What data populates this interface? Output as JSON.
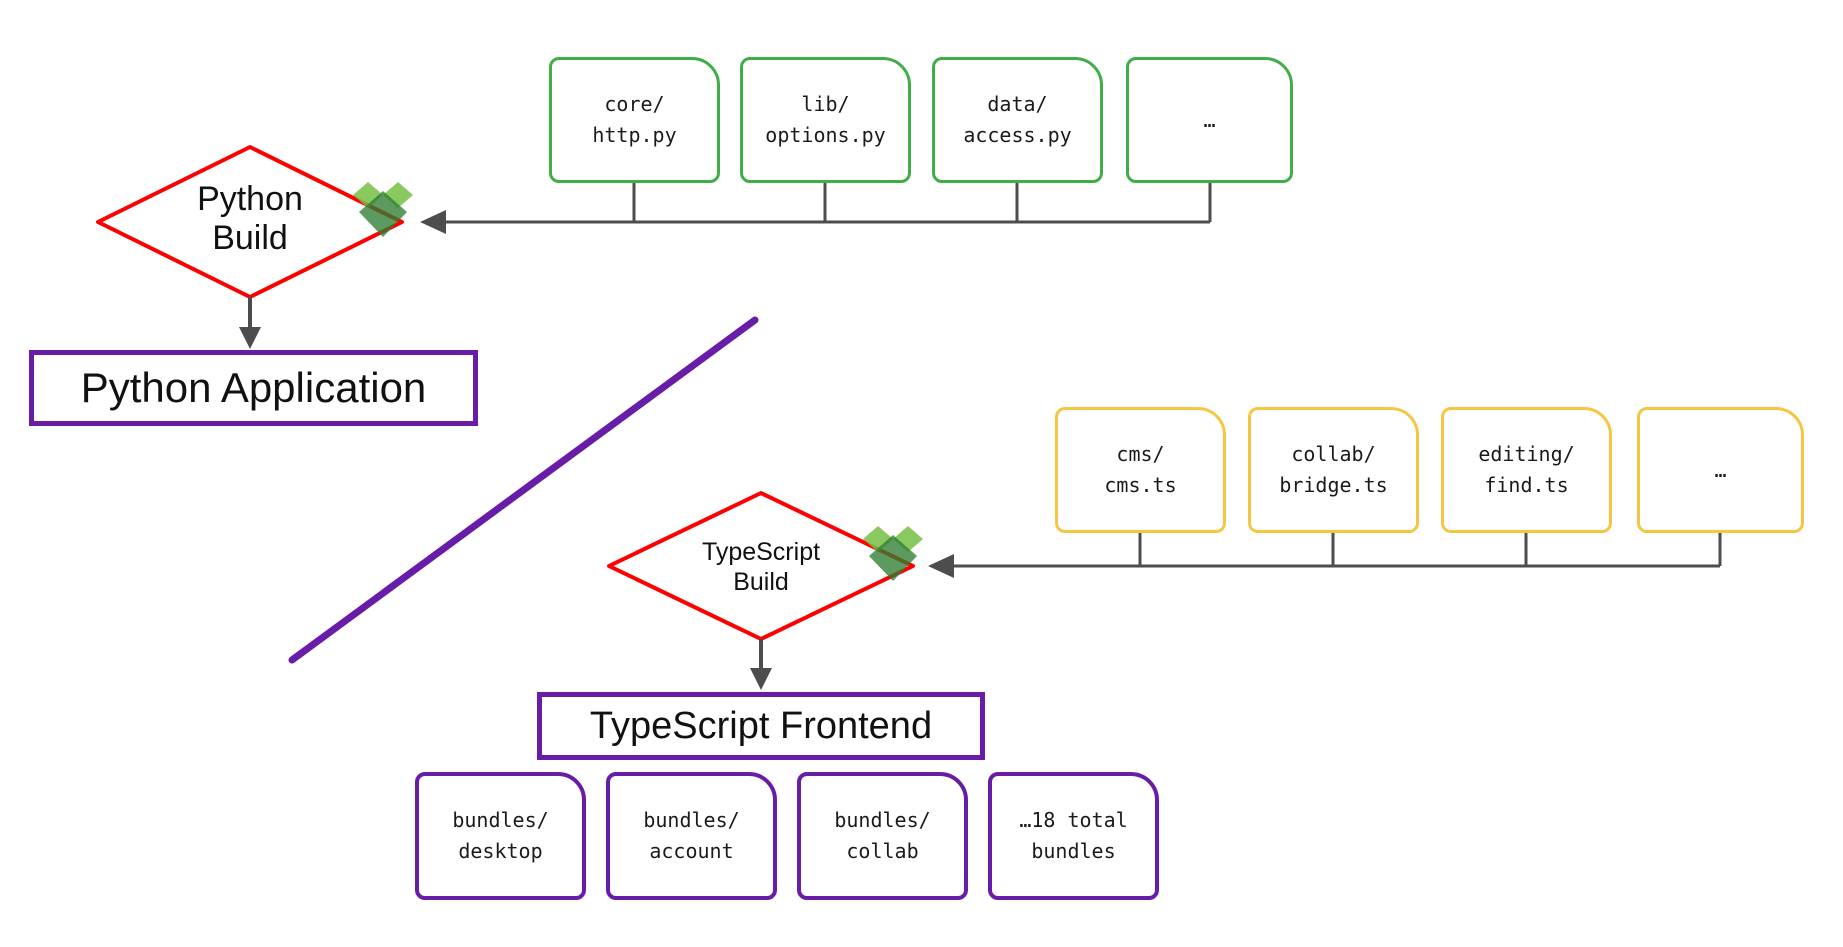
{
  "diagram": {
    "python": {
      "build_label": "Python\nBuild",
      "app_label": "Python Application",
      "sources": [
        {
          "label": "core/\nhttp.py"
        },
        {
          "label": "lib/\noptions.py"
        },
        {
          "label": "data/\naccess.py"
        },
        {
          "label": "…"
        }
      ]
    },
    "typescript": {
      "build_label": "TypeScript\nBuild",
      "app_label": "TypeScript Frontend",
      "sources": [
        {
          "label": "cms/\ncms.ts"
        },
        {
          "label": "collab/\nbridge.ts"
        },
        {
          "label": "editing/\nfind.ts"
        },
        {
          "label": "…"
        }
      ],
      "bundles": [
        {
          "label": "bundles/\ndesktop"
        },
        {
          "label": "bundles/\naccount"
        },
        {
          "label": "bundles/\ncollab"
        },
        {
          "label": "…18 total\nbundles"
        }
      ]
    },
    "colors": {
      "python_source_border": "#3fae49",
      "typescript_source_border": "#f6c643",
      "build_diamond_border": "#ff0000",
      "output_border": "#681da8",
      "connector": "#4d4d4d",
      "divider": "#681da8"
    }
  }
}
